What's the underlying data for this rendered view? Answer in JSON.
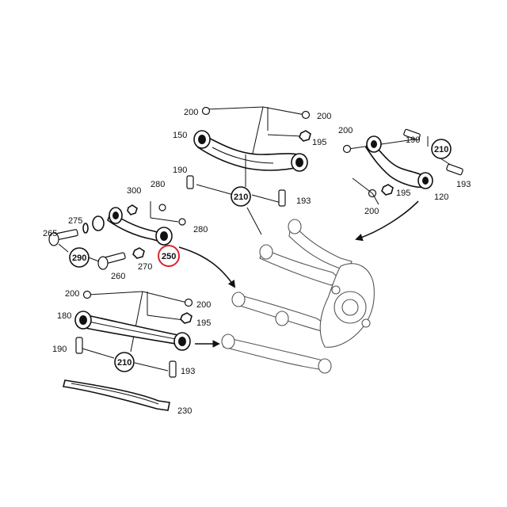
{
  "diagram": {
    "highlight_color": "#d9262c",
    "ink_color": "#111111",
    "labels": {
      "l200_a": "200",
      "l200_b": "200",
      "l150": "150",
      "l195_a": "195",
      "l190_a": "190",
      "l210_a": "210",
      "l193_a": "193",
      "l190_b": "190",
      "l200_c": "200",
      "l210_b": "210",
      "l195_b": "195",
      "l193_b": "193",
      "l200_d": "200",
      "l120": "120",
      "l300": "300",
      "l280_a": "280",
      "l275": "275",
      "l265": "265",
      "l280_b": "280",
      "l290": "290",
      "l270": "270",
      "l260": "260",
      "l250": "250",
      "l200_e": "200",
      "l180": "180",
      "l200_f": "200",
      "l195_c": "195",
      "l190_c": "190",
      "l210_c": "210",
      "l193_c": "193",
      "l230": "230"
    }
  }
}
